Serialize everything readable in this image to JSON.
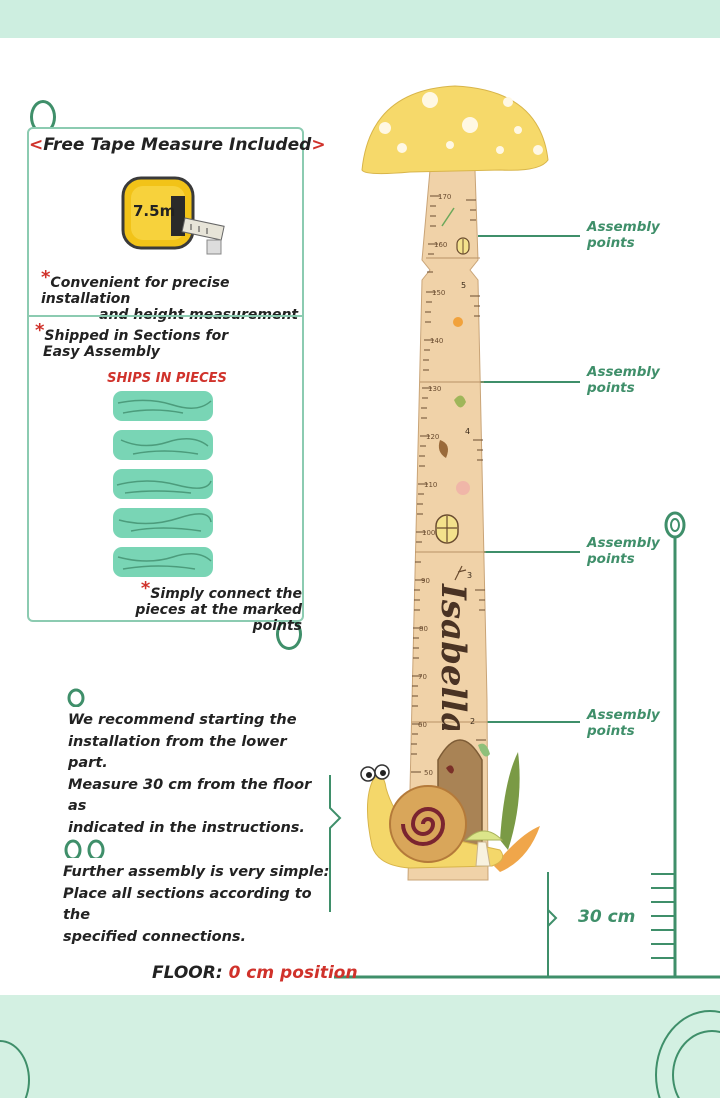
{
  "tape_box": {
    "title": "Free Tape Measure Included",
    "tape_label": "7.5m",
    "note_line1": "Convenient for precise installation",
    "note_line2": "and height measurement"
  },
  "sections": {
    "note_line1": "Shipped in Sections for",
    "note_line2": "Easy Assembly",
    "ships_label": "SHIPS IN PIECES",
    "connect_line1": "Simply connect the",
    "connect_line2": "pieces at the marked points"
  },
  "instructions": [
    {
      "lines": [
        "We recommend starting the",
        "installation from the lower part.",
        "Measure 30 cm from the floor as",
        "indicated in the instructions."
      ]
    },
    {
      "lines": [
        "Further assembly is very simple:",
        "Place all sections according to the",
        "specified connections."
      ]
    }
  ],
  "assembly_points": [
    {
      "line1": "Assembly",
      "line2": "points"
    },
    {
      "line1": "Assembly",
      "line2": "points"
    },
    {
      "line1": "Assembly",
      "line2": "points"
    },
    {
      "line1": "Assembly",
      "line2": "points"
    }
  ],
  "floor": {
    "label": "FLOOR:",
    "value": "0 cm position"
  },
  "offset_label": "30 cm",
  "child_name": "Isabella",
  "ruler": {
    "cm_labels": [
      "170",
      "160",
      "150",
      "140",
      "130",
      "120",
      "110",
      "100",
      "90",
      "80",
      "70",
      "60",
      "50"
    ],
    "section_numbers": [
      "5",
      "4",
      "3",
      "2"
    ]
  },
  "colors": {
    "accent_green": "#3f8f6a",
    "mint": "#79d5b5",
    "red": "#d0322b",
    "wood": "#f0d2a8",
    "cap_yellow": "#f6d96a"
  }
}
